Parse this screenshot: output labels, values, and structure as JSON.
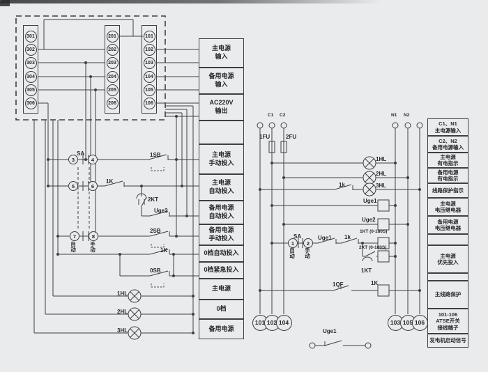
{
  "strips": {
    "s300": [
      "301",
      "302",
      "303",
      "304",
      "305",
      "306"
    ],
    "s200": [
      "201",
      "202",
      "203",
      "204",
      "205",
      "206"
    ],
    "s100": [
      "101",
      "102",
      "103",
      "104",
      "105",
      "106"
    ]
  },
  "left_panel": {
    "boxes": [
      "主电源\n输入",
      "备用电源\n输入",
      "AC220V\n输出",
      "",
      "主电源\n手动投入",
      "主电源\n自动投入",
      "备用电源\n自动投入",
      "备用电源\n手动投入",
      "0档自动投入",
      "0档紧急投入",
      "主电源",
      "0档",
      "备用电源"
    ]
  },
  "ladder": {
    "sa": "SA",
    "sb1": "1SB",
    "k1": "1K",
    "kt2": "2KT",
    "uge2": "Uge2",
    "sb2": "2SB",
    "k1b": "1K",
    "sb0": "0SB",
    "hl1": "1HL",
    "hl2": "2HL",
    "hl3": "3HL",
    "auto": "自\n动",
    "manual": "手\n动",
    "n3": "3",
    "n4": "4",
    "n5": "5",
    "n6": "6",
    "n7": "7",
    "n8": "8"
  },
  "rd": {
    "c1": "C1",
    "c2": "C2",
    "n1": "N1",
    "n2": "N2",
    "fu1": "1FU",
    "fu2": "2FU",
    "hl1": "1HL",
    "hl2": "2HL",
    "hl3": "3HL",
    "k_3hl": "1k",
    "uge1_coil": "Uge1",
    "uge2_coil": "Uge2",
    "sa": "SA",
    "contact1": "1",
    "contact2": "2",
    "auto": "自\n动",
    "manual": "手\n动",
    "uge1_contact": "Uge1",
    "k_sa": "1k",
    "kt1_coil": "1KT (0-180S)",
    "kt2_coil": "2KT (0-180S)",
    "kt1_contact": "1KT",
    "qf1": "1QF",
    "k1_coil": "1K",
    "uge1_bottom": "Uge1",
    "terminals_left": [
      "101",
      "102",
      "104"
    ],
    "terminals_right": [
      "103",
      "105",
      "106"
    ]
  },
  "right_panel": {
    "boxes": [
      "C1、N1\n主电源输入",
      "C2、N2\n备用电源输入",
      "主电源\n有电指示",
      "备用电源\n有电指示",
      "线路保护指示",
      "主电源\n电压继电器",
      "备用电源\n电压继电器",
      "",
      "主电源\n优先投入",
      "",
      "主线路保护",
      "101-106\nATSE开关\n接线端子",
      "发电机启动信号"
    ]
  },
  "colors": {
    "paper": "#e9ebec",
    "line": "#3c4043",
    "ink": "#26282a"
  }
}
